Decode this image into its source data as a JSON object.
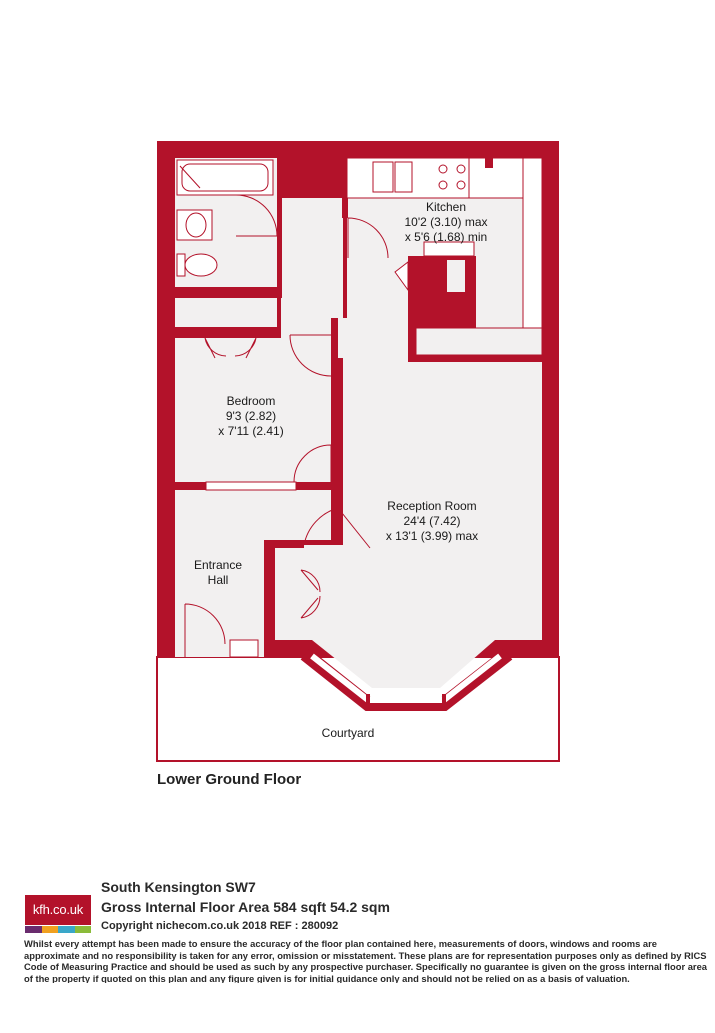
{
  "colors": {
    "wall": "#b3122a",
    "floor": "#f2f0f0",
    "fixture": "#ffffff",
    "fixture_line": "#b3122a",
    "courtyard": "#ffffff"
  },
  "rooms": {
    "kitchen": {
      "name": "Kitchen",
      "dim1": "10'2 (3.10) max",
      "dim2": "x 5'6 (1.68) min"
    },
    "bedroom": {
      "name": "Bedroom",
      "dim1": "9'3 (2.82)",
      "dim2": "x 7'11 (2.41)"
    },
    "reception": {
      "name": "Reception Room",
      "dim1": "24'4 (7.42)",
      "dim2": "x 13'1 (3.99) max"
    },
    "entrance": {
      "name": "Entrance",
      "name2": "Hall"
    },
    "courtyard": {
      "name": "Courtyard"
    }
  },
  "floor_title": "Lower Ground Floor",
  "footer": {
    "logo_text": "kfh.co.uk",
    "logo_stripe_colors": [
      "#6a2c6e",
      "#f0a020",
      "#3aa7c9",
      "#8bbb3a"
    ],
    "address": "South Kensington  SW7",
    "area": "Gross Internal Floor Area 584 sqft 54.2 sqm",
    "copyright": "Copyright nichecom.co.uk 2018 REF : 280092",
    "disclaimer": "Whilst every attempt has been made to ensure the accuracy of the floor plan contained here, measurements of doors, windows and rooms are approximate and no responsibility is taken for any error, omission or misstatement.  These plans are for representation purposes only as defined by RICS Code of Measuring Practice and should be used as such by any prospective purchaser.  Specifically no guarantee is given on the gross internal floor area of the property if quoted on this plan and any figure given is for initial guidance only and should not be relied on as a basis of valuation."
  }
}
